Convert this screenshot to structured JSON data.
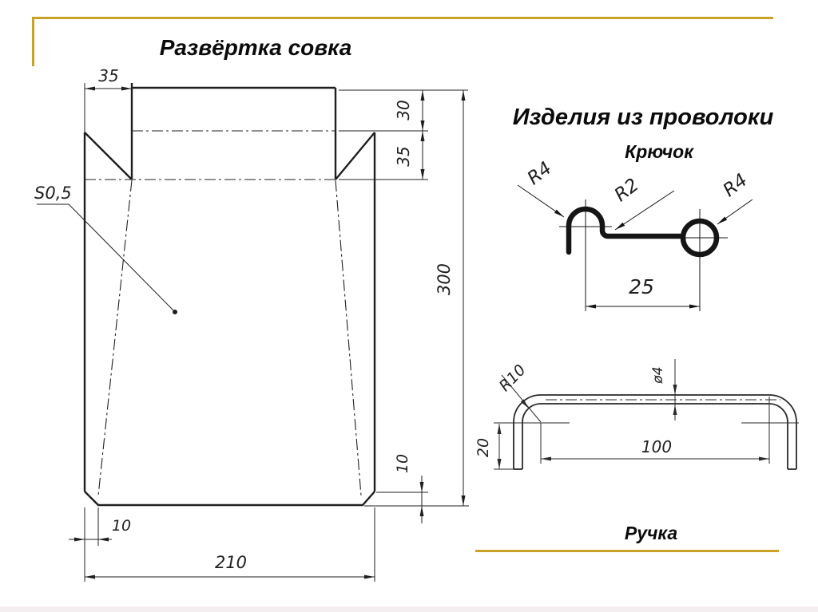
{
  "slide": {
    "title_left": "Развёртка совка",
    "title_right": "Изделия из проволоки",
    "subtitle_hook": "Крючок",
    "label_handle": "Ручка",
    "accent_color": "#c9a227",
    "line_color": "#1f1f1f"
  },
  "scoop": {
    "thickness_label": "S0,5",
    "dims": {
      "top_tab_width": "35",
      "back_height": "30",
      "side_tab_height": "35",
      "total_height": "300",
      "bottom_flap_height": "10",
      "bottom_inset": "10",
      "total_width": "210"
    }
  },
  "hook": {
    "dims": {
      "left_radius": "R4",
      "middle_radius": "R2",
      "right_radius": "R4",
      "length": "25"
    }
  },
  "handle": {
    "dims": {
      "bend_radius": "R10",
      "leg_height": "20",
      "length": "100",
      "wire_diameter": "ø4"
    }
  }
}
